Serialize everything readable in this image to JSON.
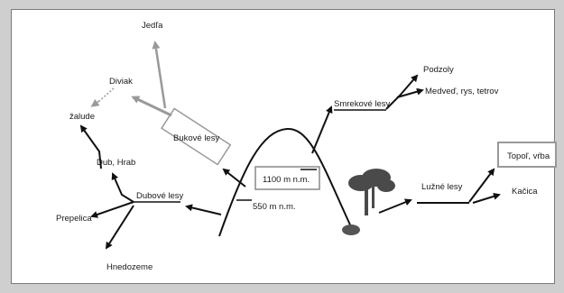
{
  "labels": {
    "jedla": "Jedľa",
    "diviak": "Diviak",
    "zalude": "žalude",
    "bukove_lesy": "Bukové lesy",
    "dub_hrab": "Dub, Hrab",
    "dubove_lesy": "Dubové lesy",
    "prepelica": "Prepelica",
    "hnedozeme": "Hnedozeme",
    "smrekove_lesy": "Smrekové lesy",
    "podzoly": "Podzoly",
    "medved": "Medveď, rys, tetrov",
    "height_top": "1100 m n.m.",
    "height_low": "550 m n.m.",
    "luzne_lesy": "Lužné lesy",
    "topol": "Topoľ, vŕba",
    "kacica": "Kačica"
  },
  "colors": {
    "arrow": "#111111",
    "arrow_gray": "#9a9a9a",
    "box": "#9a9a9a",
    "frame": "#cfcfcf",
    "tree": "#444444"
  }
}
